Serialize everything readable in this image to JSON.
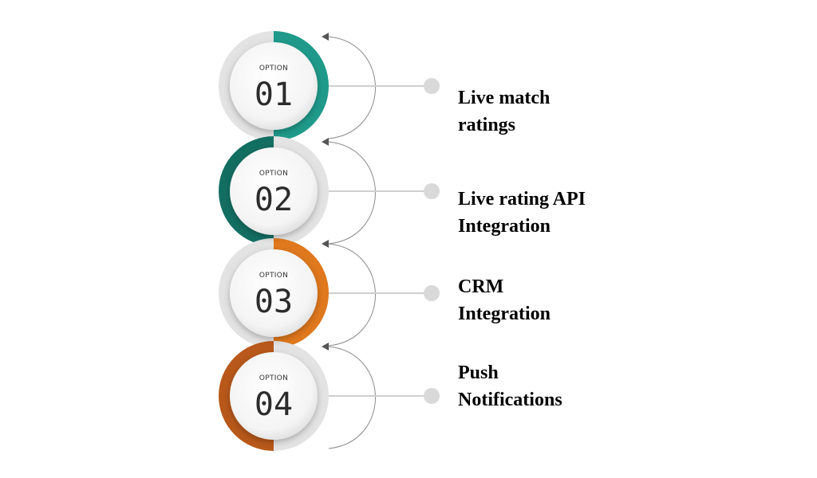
{
  "colors": {
    "teal": "#1f9a8a",
    "teal_dark": "#136e62",
    "orange": "#e0781d",
    "orange_dark": "#b8581a",
    "connector": "#cfcfcf",
    "arrow": "#8c8c8c"
  },
  "options": [
    {
      "label": "OPTION",
      "number": "01",
      "color": "teal",
      "side": "right",
      "text": [
        "Live match",
        "ratings"
      ]
    },
    {
      "label": "OPTION",
      "number": "02",
      "color": "teal_dark",
      "side": "left",
      "text": [
        "Live rating API",
        "Integration"
      ]
    },
    {
      "label": "OPTION",
      "number": "03",
      "color": "orange",
      "side": "right",
      "text": [
        "CRM",
        "Integration"
      ]
    },
    {
      "label": "OPTION",
      "number": "04",
      "color": "orange_dark",
      "side": "left",
      "text": [
        "Push",
        "Notifications"
      ]
    }
  ]
}
